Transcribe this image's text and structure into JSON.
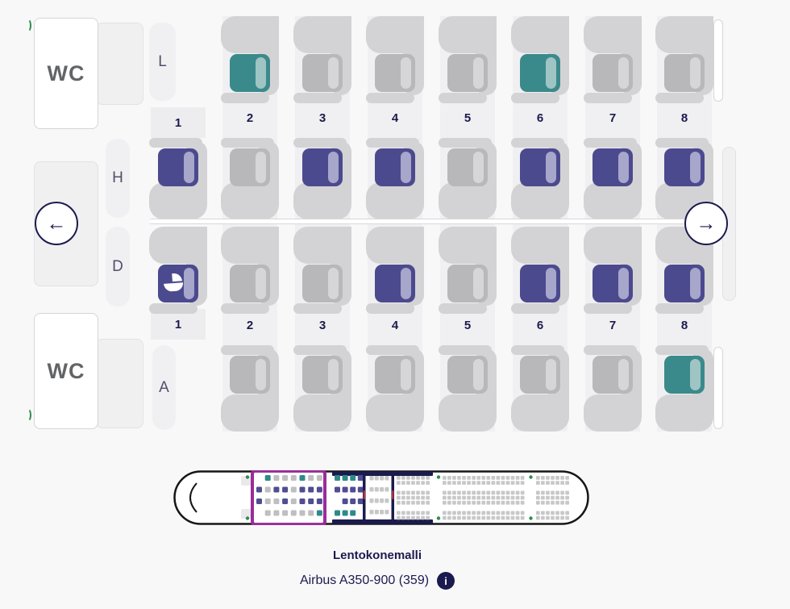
{
  "furniture": {
    "wc_label": "WC"
  },
  "icons": {
    "left_arrow": "←",
    "right_arrow": "→",
    "info": "i"
  },
  "seatmap": {
    "row_letters": [
      "L",
      "H",
      "D",
      "A"
    ],
    "columns": [
      "1",
      "2",
      "3",
      "4",
      "5",
      "6",
      "7",
      "8"
    ],
    "rows": [
      {
        "letter": "L",
        "seats": [
          null,
          "selected",
          "unavailable",
          "unavailable",
          "unavailable",
          "selected",
          "unavailable",
          "unavailable"
        ]
      },
      {
        "letter": "H",
        "seats": [
          "available",
          "unavailable",
          "available",
          "available",
          "unavailable",
          "available",
          "available",
          "available"
        ]
      },
      {
        "letter": "D",
        "seats": [
          "bassinet",
          "unavailable",
          "unavailable",
          "available",
          "unavailable",
          "available",
          "available",
          "available"
        ]
      },
      {
        "letter": "A",
        "seats": [
          null,
          "unavailable",
          "unavailable",
          "unavailable",
          "unavailable",
          "unavailable",
          "unavailable",
          "selected"
        ]
      }
    ],
    "colors": {
      "available": "#4c4a8e",
      "available_stripe": "#a7a6cb",
      "selected": "#3b8a8b",
      "selected_stripe": "#9fc4c4",
      "unavailable": "#b8b8ba",
      "unavailable_stripe": "#d6d6d8",
      "shell": "#d3d3d5",
      "aisle_strip": "#f0f0f2",
      "number_text": "#1b1a4e",
      "row_letter_text": "#514f6a"
    }
  },
  "minimap": {
    "highlight_color": "#9b2b9b",
    "frame_color": "#1b1b4e",
    "door_color": "#2f8b4e",
    "economy_seat_color": "#c8c8ca",
    "mini_colors": {
      "available": "#504d93",
      "selected": "#2e8a8a",
      "unavailable": "#bfbfc1",
      "bassinet": "#504d93"
    },
    "section2_rows": [
      [
        "selected",
        "selected",
        "selected",
        "available"
      ],
      [
        "available",
        "available",
        "available",
        "available"
      ],
      [
        null,
        "available",
        "available",
        "available"
      ],
      [
        "selected",
        "selected",
        "selected",
        null
      ]
    ],
    "economy_sections": [
      7,
      17,
      7
    ]
  },
  "footer": {
    "title": "Lentokonemalli",
    "aircraft": "Airbus A350-900 (359)"
  }
}
